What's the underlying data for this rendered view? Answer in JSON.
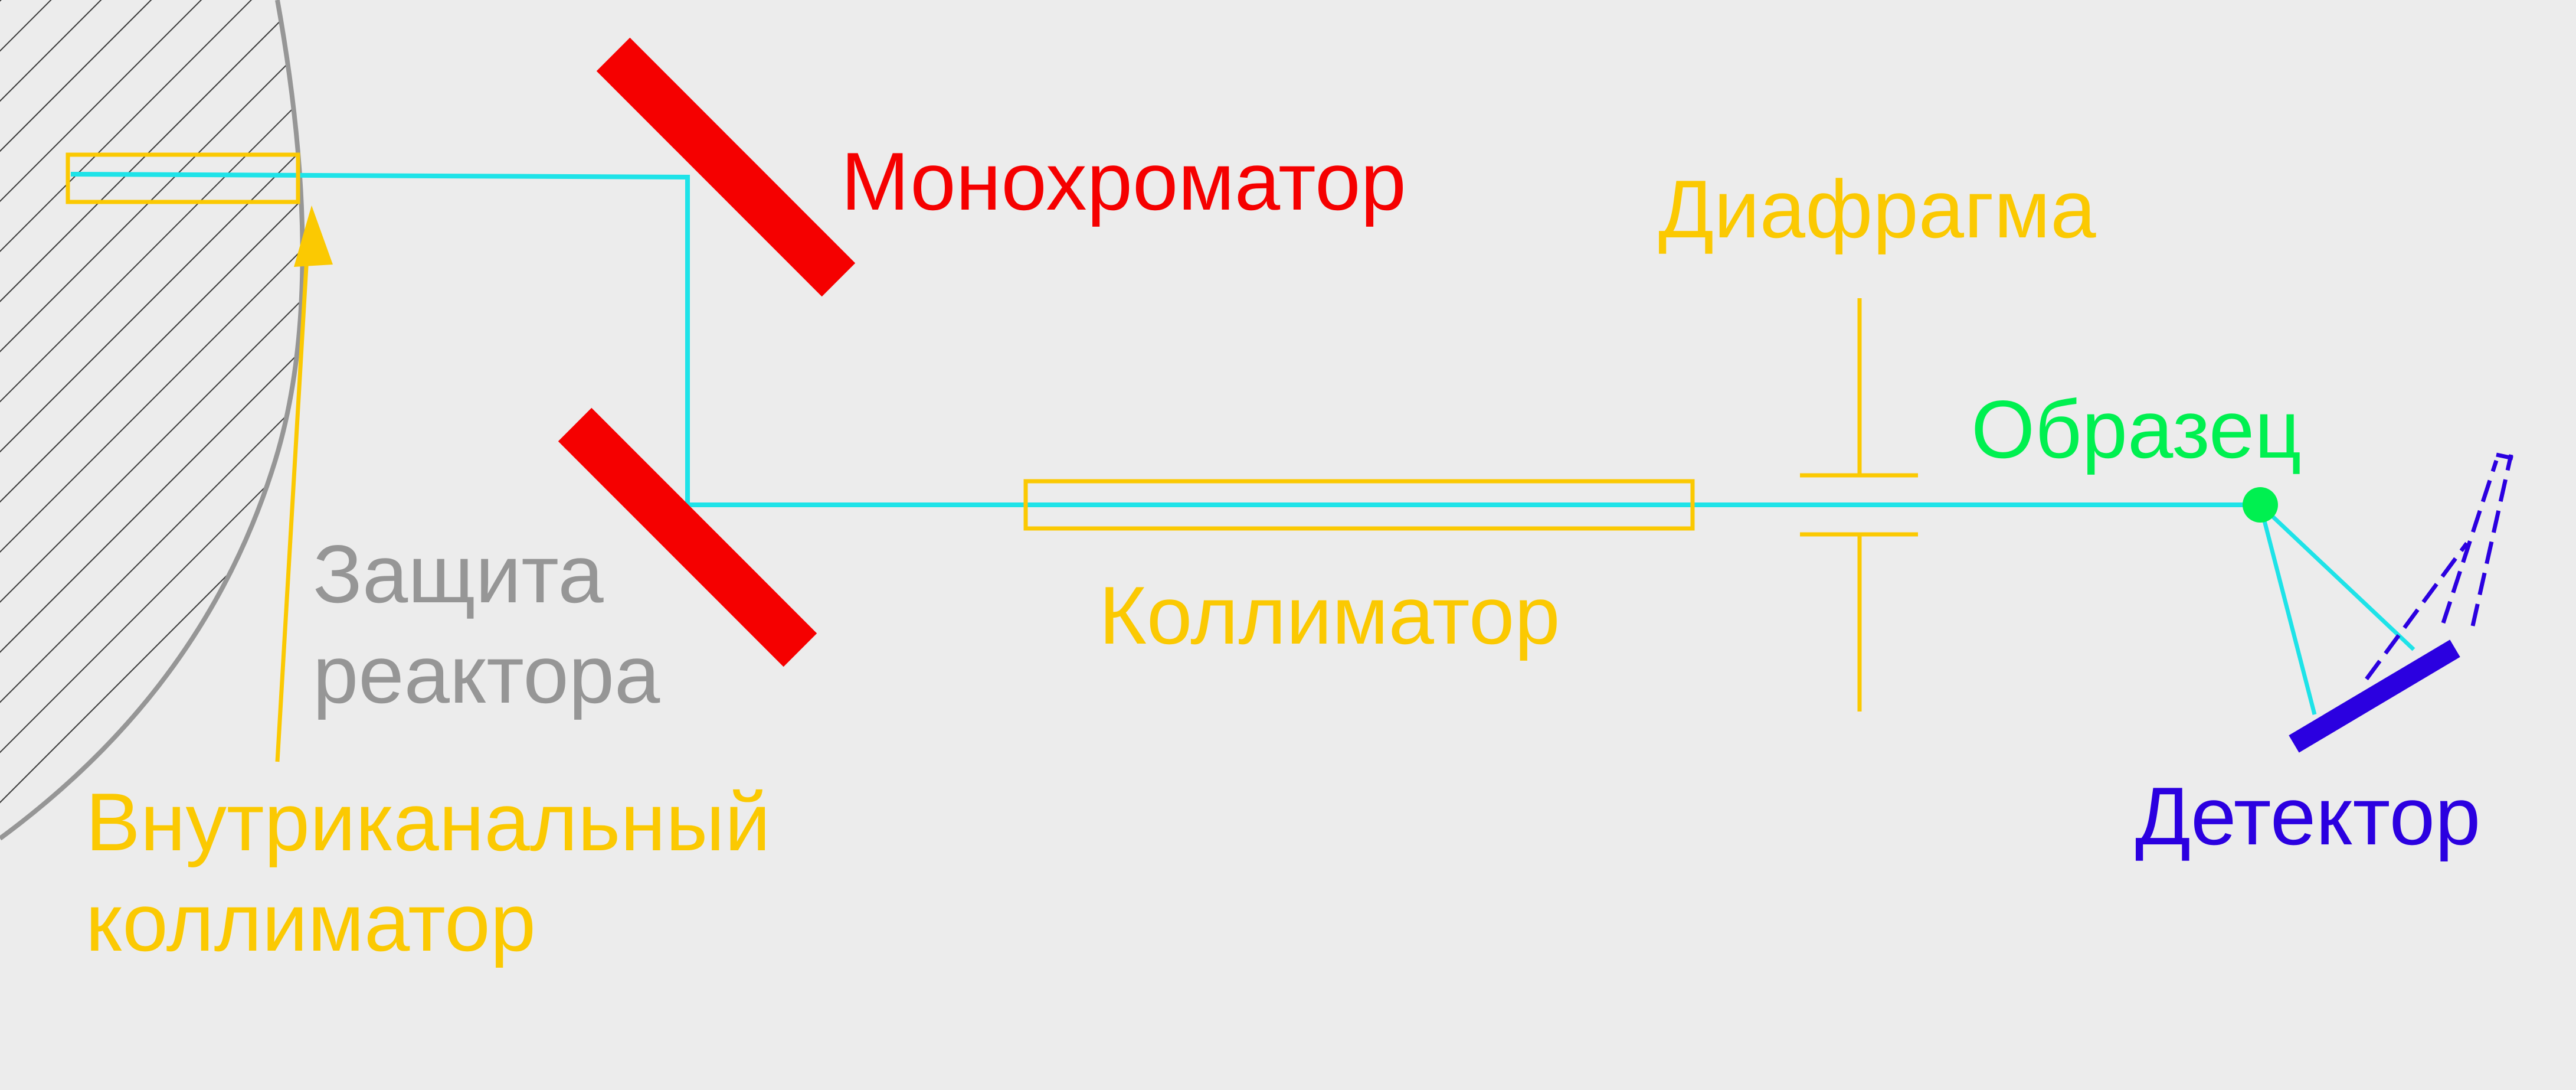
{
  "colors": {
    "background": "#ececec",
    "beam": "#1ee3e8",
    "monochromator": "#f50000",
    "collimator": "#fbc902",
    "shield": "#969696",
    "hatch": "#3a3a3a",
    "sample": "#00f050",
    "detector": "#2b00e0"
  },
  "labels": {
    "monochromator": "Монохроматор",
    "diaphragm": "Диафрагма",
    "sample": "Образец",
    "collimator": "Коллиматор",
    "shield_line1": "Защита",
    "shield_line2": "реактора",
    "inner_collimator_line1": "Внутриканальный",
    "inner_collimator_line2": "коллиматор",
    "detector": "Детектор"
  }
}
